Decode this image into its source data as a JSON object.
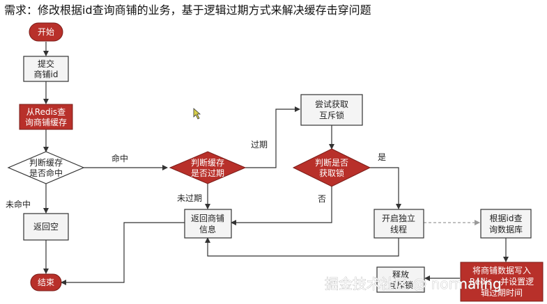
{
  "title": "需求：修改根据id查询商铺的业务，基于逻辑过期方式来解决缓存击穿问题",
  "colors": {
    "red": "#b8302a",
    "stroke": "#333333",
    "box": "#f4f4f4",
    "dashed": "#9a9a9a"
  },
  "nodes": {
    "start": "开始",
    "submit": [
      "提交",
      "商铺id"
    ],
    "query_cache": [
      "从Redis查",
      "询商铺缓存"
    ],
    "hit_check": [
      "判断缓存",
      "是否命中"
    ],
    "expire_check": [
      "判断缓存",
      "是否过期"
    ],
    "try_lock": [
      "尝试获取",
      "互斥锁"
    ],
    "got_lock": [
      "判断是否",
      "获取锁"
    ],
    "return_null": "返回空",
    "return_info": [
      "返回商铺",
      "信息"
    ],
    "open_thread": [
      "开启独立",
      "线程"
    ],
    "query_db": [
      "根据id查",
      "询数据库"
    ],
    "write_cache": [
      "将商铺数据写入",
      "Redis，并设置逻",
      "辑过期时间"
    ],
    "release_lock": [
      "释放",
      "互斥锁"
    ],
    "end": "结束"
  },
  "edge_labels": {
    "hit": "命中",
    "miss": "未命中",
    "expired": "过期",
    "not_expired": "未过期",
    "yes": "是",
    "no": "否"
  },
  "watermark": "掘金技术社区 @ normaling"
}
